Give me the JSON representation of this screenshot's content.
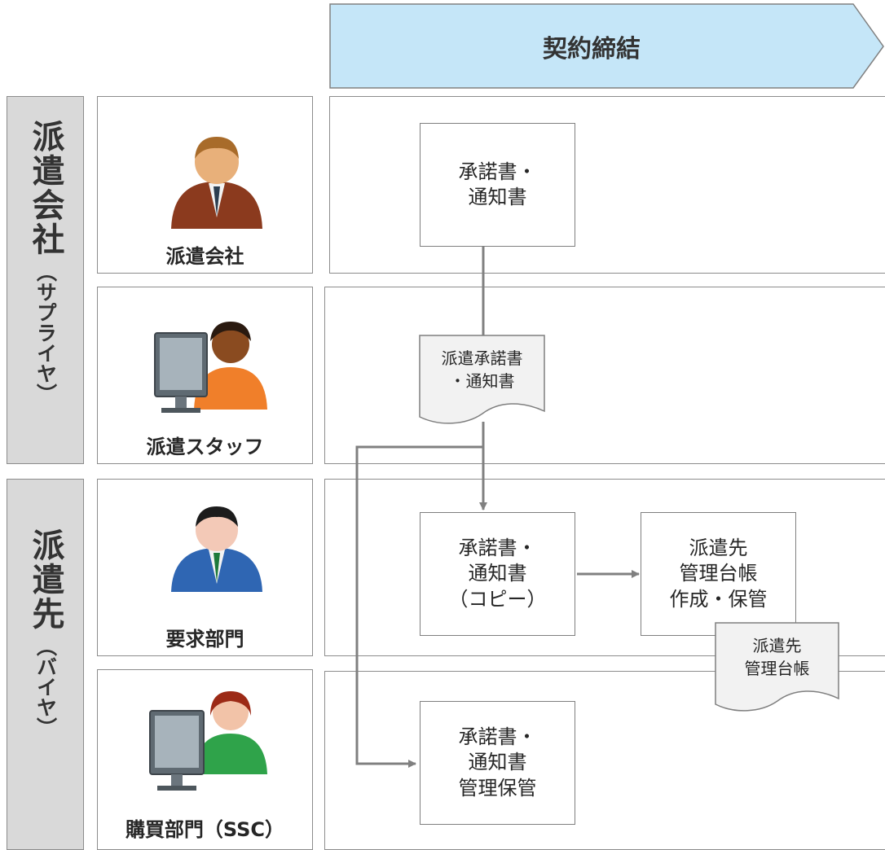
{
  "phase": {
    "title": "契約締結",
    "fill": "#c5e6f8"
  },
  "groups": [
    {
      "main": "派遣会社",
      "sub": "（サプライヤ）"
    },
    {
      "main": "派遣先",
      "sub": "（バイヤ）"
    }
  ],
  "actors": [
    {
      "label": "派遣会社",
      "icon": "businessman-brown-icon"
    },
    {
      "label": "派遣スタッフ",
      "icon": "staff-at-computer-icon"
    },
    {
      "label": "要求部門",
      "icon": "businessman-blue-icon"
    },
    {
      "label": "購買部門（SSC）",
      "icon": "woman-at-computer-icon"
    }
  ],
  "processes": {
    "p1": "承諾書・\n通知書",
    "p2": "承諾書・\n通知書\n（コピー）",
    "p3": "派遣先\n管理台帳\n作成・保管",
    "p4": "承諾書・\n通知書\n管理保管"
  },
  "documents": {
    "d1": "派遣承諾書\n・通知書",
    "d2": "派遣先\n管理台帳"
  },
  "colors": {
    "group_fill": "#d9d9d9",
    "border": "#8c8c8c",
    "connector": "#808080",
    "doc_fill": "#f2f2f2"
  }
}
